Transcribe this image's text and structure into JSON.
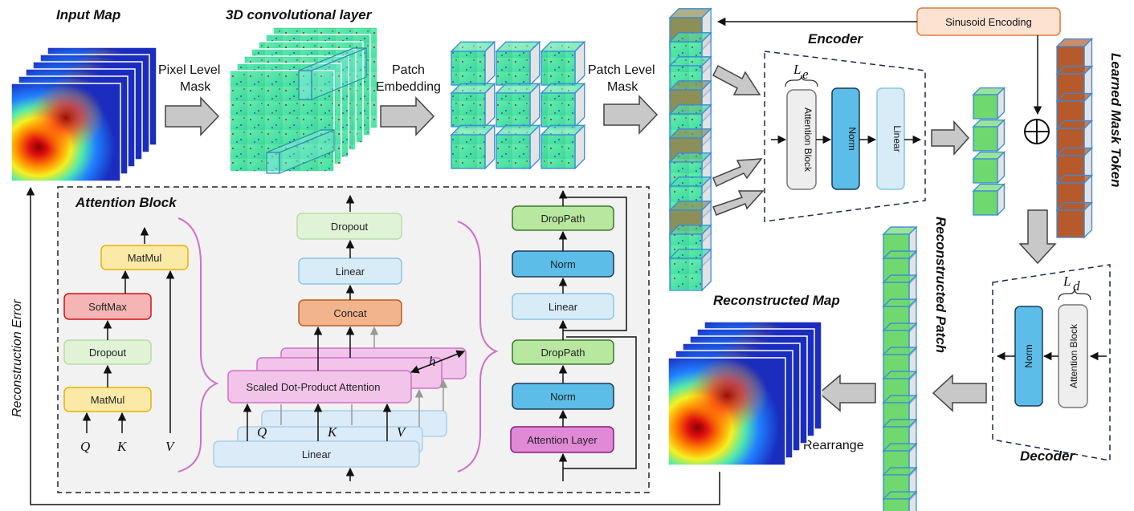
{
  "titles": {
    "input_map": "Input Map",
    "conv_layer": "3D convolutional layer",
    "encoder": "Encoder",
    "decoder": "Decoder",
    "learned_mask_token": "Learned Mask Token",
    "reconstructed_patch": "Reconstructed Patch",
    "reconstructed_map": "Reconstructed Map",
    "attention_block": "Attention Block"
  },
  "arrows": {
    "pixel_level_mask": [
      "Pixel Level",
      "Mask"
    ],
    "patch_embedding": [
      "Patch",
      "Embedding"
    ],
    "patch_level_mask": [
      "Patch Level",
      "Mask"
    ],
    "rearrange": "Rearrange",
    "reconstruction_error": "Reconstruction Error"
  },
  "encoder": {
    "attention_block": "Attention Block",
    "norm": "Norm",
    "linear": "Linear",
    "repeat_symbol": "L",
    "repeat_sub": "e"
  },
  "decoder": {
    "norm": "Norm",
    "attention_block": "Attention Block",
    "repeat_symbol": "L",
    "repeat_sub": "d"
  },
  "sinusoid": "Sinusoid Encoding",
  "attention_detail": {
    "sdpa": {
      "matmul_top": "MatMul",
      "softmax": "SoftMax",
      "dropout": "Dropout",
      "matmul_bottom": "MatMul",
      "q": "Q",
      "k": "K",
      "v": "V"
    },
    "multihead": {
      "dropout": "Dropout",
      "linear_top": "Linear",
      "concat": "Concat",
      "scaled_dot": "Scaled Dot-Product Attention",
      "h": "h",
      "linear_bottom": "Linear",
      "q": "Q",
      "k": "K",
      "v": "V"
    },
    "layer": {
      "droppath_top": "DropPath",
      "norm_top": "Norm",
      "linear": "Linear",
      "droppath_bottom": "DropPath",
      "norm_bottom": "Norm",
      "attention_layer": "Attention Layer"
    }
  },
  "colors": {
    "heat_hot": "#8b0000",
    "heat_cold": "#1a2dbf",
    "cube_green": "#6fd86f",
    "cube_mint": "#5fe8a6",
    "cube_brown": "#b65a2c",
    "masked_olive": "#8c8f58",
    "norm_blue": "#5bbde8",
    "linear_light": "#d8ecf8",
    "droppath_green": "#b8e7a0",
    "concat_orange": "#f2b48c",
    "softmax_red": "#f5b5b5",
    "matmul_yellow": "#fbe9a8",
    "pink": "#f2c4ea",
    "attention_layer": "#e08ad6",
    "sinusoid_fill": "#fde2d2",
    "sinusoid_stroke": "#e07a40"
  }
}
